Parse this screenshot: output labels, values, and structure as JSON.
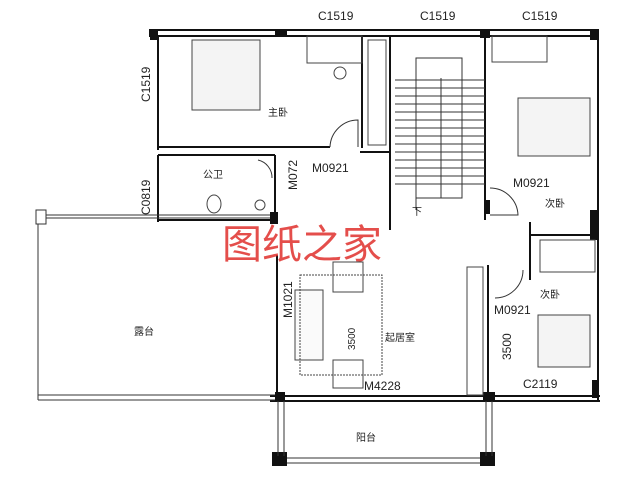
{
  "rooms": {
    "master_bedroom": "主卧",
    "bathroom": "公卫",
    "bedroom_upper": "次卧",
    "bedroom_lower": "次卧",
    "living_room": "起居室",
    "terrace": "露台",
    "balcony": "阳台",
    "stair_down": "下"
  },
  "windows": {
    "top_left": "C1519",
    "top_middle": "C1519",
    "top_right": "C1519",
    "left_master": "C1519",
    "left_bath": "C0819",
    "bottom_right": "C2119"
  },
  "doors": {
    "master": "M0921",
    "bath": "M072",
    "bedroom_upper": "M0921",
    "bedroom_lower": "M0921",
    "living_side": "M1021",
    "living_front": "M4228"
  },
  "dimensions": {
    "bedroom_lower": "3500",
    "living_rug": "3500"
  },
  "watermark": "图纸之家",
  "colors": {
    "wall": "#111111",
    "line": "#333333",
    "watermark": "#e0302c"
  }
}
